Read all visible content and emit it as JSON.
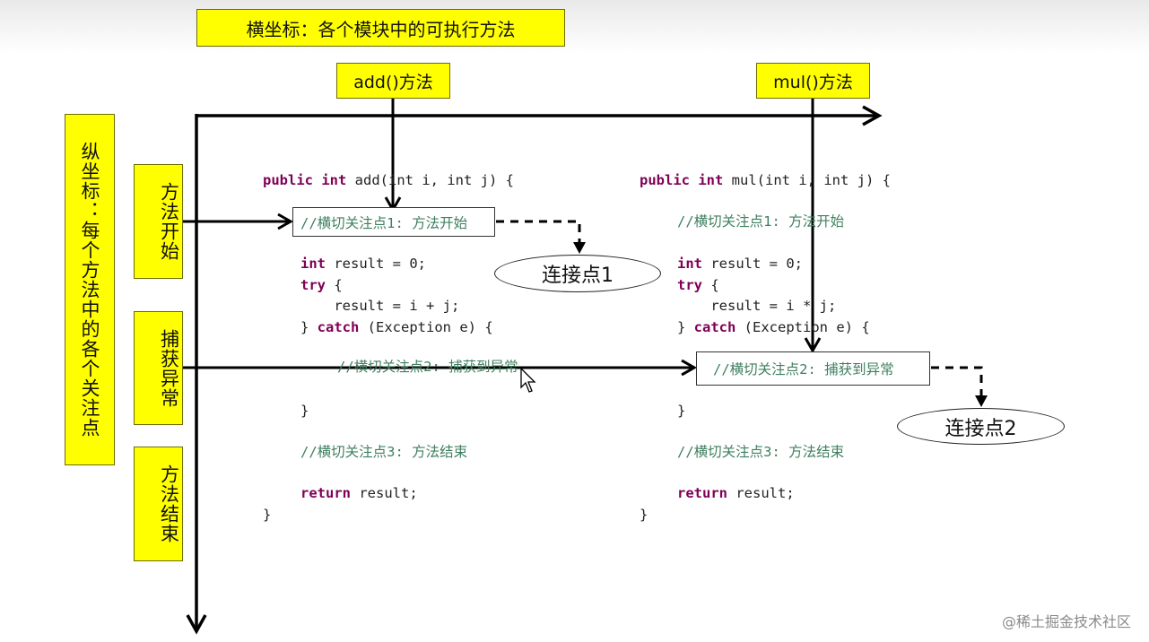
{
  "x_axis_label": "横坐标：各个模块中的可执行方法",
  "y_axis_label": "纵坐标：每个方法中的各个关注点",
  "methods": [
    {
      "label": "add()方法"
    },
    {
      "label": "mul()方法"
    }
  ],
  "concerns": [
    {
      "label": "方法开始"
    },
    {
      "label": "捕获异常"
    },
    {
      "label": "方法结束"
    }
  ],
  "code_add": {
    "sig_rest": " add(int i, int j) {",
    "c1": "//横切关注点1: 方法开始",
    "l_result": " result = 0;",
    "l_assign": "    result = i + j;",
    "l_catch_open": "} ",
    "l_catch_rest": " (Exception e) {",
    "c2": "//横切关注点2: 捕获到异常",
    "l_close_brace": "}",
    "c3": "//横切关注点3: 方法结束",
    "l_return_rest": " result;",
    "l_end": "}"
  },
  "code_mul": {
    "sig_rest": " mul(int i, int j) {",
    "c1": "//横切关注点1: 方法开始",
    "l_result": " result = 0;",
    "l_assign": "    result = i * j;",
    "l_catch_open": "} ",
    "l_catch_rest": " (Exception e) {",
    "c2": "//横切关注点2: 捕获到异常",
    "l_close_brace": "}",
    "c3": "//横切关注点3: 方法结束",
    "l_return_rest": " result;",
    "l_end": "}"
  },
  "keywords": {
    "public": "public",
    "int": "int",
    "try": "try",
    "try_brace": " {",
    "catch": "catch",
    "return": "return"
  },
  "join_points": [
    {
      "label": "连接点1"
    },
    {
      "label": "连接点2"
    }
  ],
  "watermark": "@稀土掘金技术社区",
  "colors": {
    "label_bg": "#ffff00",
    "keyword": "#7f0055",
    "comment": "#3f7f5f",
    "line": "#000000"
  }
}
